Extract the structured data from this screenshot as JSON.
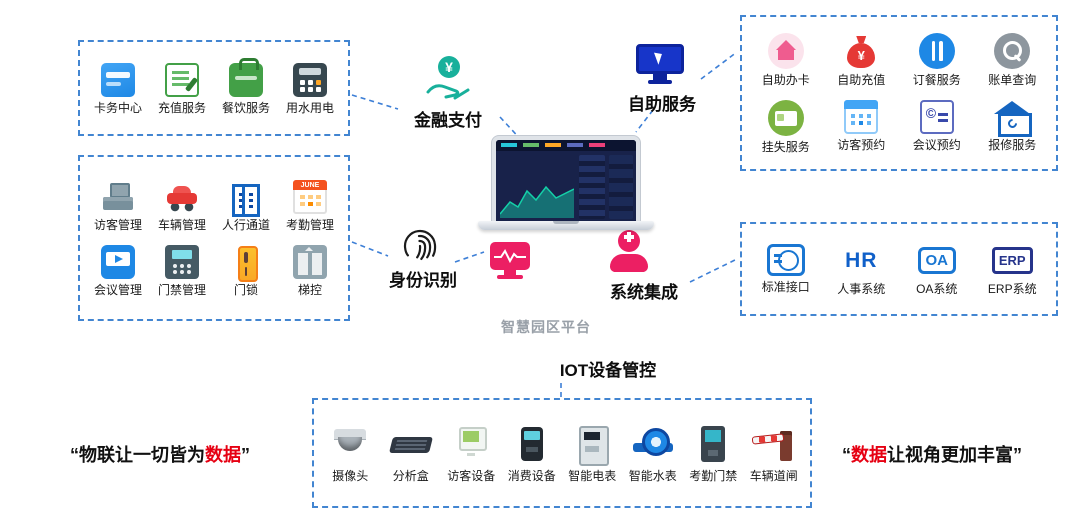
{
  "colors": {
    "accent_blue": "#4285d1",
    "magenta": "#ec1f63",
    "highlight_red": "#e60012",
    "teal": "#18b09b"
  },
  "center": {
    "finance_label": "金融支付",
    "identity_label": "身份识别",
    "self_service_label": "自助服务",
    "integration_label": "系统集成",
    "platform_label": "智慧园区平台",
    "iot_label": "IOT设备管控"
  },
  "icon_text": {
    "yuan": "¥",
    "june": "JUNE",
    "hr": "HR",
    "oa": "OA",
    "erp": "ERP",
    "copyright": "©"
  },
  "quotes": {
    "left": {
      "open": "“",
      "pre": "物联让一切皆为",
      "highlight": "数据",
      "post": "",
      "close": "”"
    },
    "right": {
      "open": "“",
      "pre": "",
      "highlight": "数据",
      "post": "让视角更加丰富",
      "close": "”"
    }
  },
  "groups": {
    "card_services": {
      "items": [
        {
          "label": "卡务中心"
        },
        {
          "label": "充值服务"
        },
        {
          "label": "餐饮服务"
        },
        {
          "label": "用水用电"
        }
      ]
    },
    "identity_mgmt": {
      "items": [
        {
          "label": "访客管理"
        },
        {
          "label": "车辆管理"
        },
        {
          "label": "人行通道"
        },
        {
          "label": "考勤管理"
        },
        {
          "label": "会议管理"
        },
        {
          "label": "门禁管理"
        },
        {
          "label": "门锁"
        },
        {
          "label": "梯控"
        }
      ]
    },
    "self_services": {
      "items": [
        {
          "label": "自助办卡"
        },
        {
          "label": "自助充值"
        },
        {
          "label": "订餐服务"
        },
        {
          "label": "账单查询"
        },
        {
          "label": "挂失服务"
        },
        {
          "label": "访客预约"
        },
        {
          "label": "会议预约"
        },
        {
          "label": "报修服务"
        }
      ]
    },
    "integration_systems": {
      "items": [
        {
          "label": "标准接口"
        },
        {
          "label": "人事系统"
        },
        {
          "label": "OA系统"
        },
        {
          "label": "ERP系统"
        }
      ]
    },
    "iot_devices": {
      "items": [
        {
          "label": "摄像头"
        },
        {
          "label": "分析盒"
        },
        {
          "label": "访客设备"
        },
        {
          "label": "消费设备"
        },
        {
          "label": "智能电表"
        },
        {
          "label": "智能水表"
        },
        {
          "label": "考勤门禁"
        },
        {
          "label": "车辆道闸"
        }
      ]
    }
  }
}
